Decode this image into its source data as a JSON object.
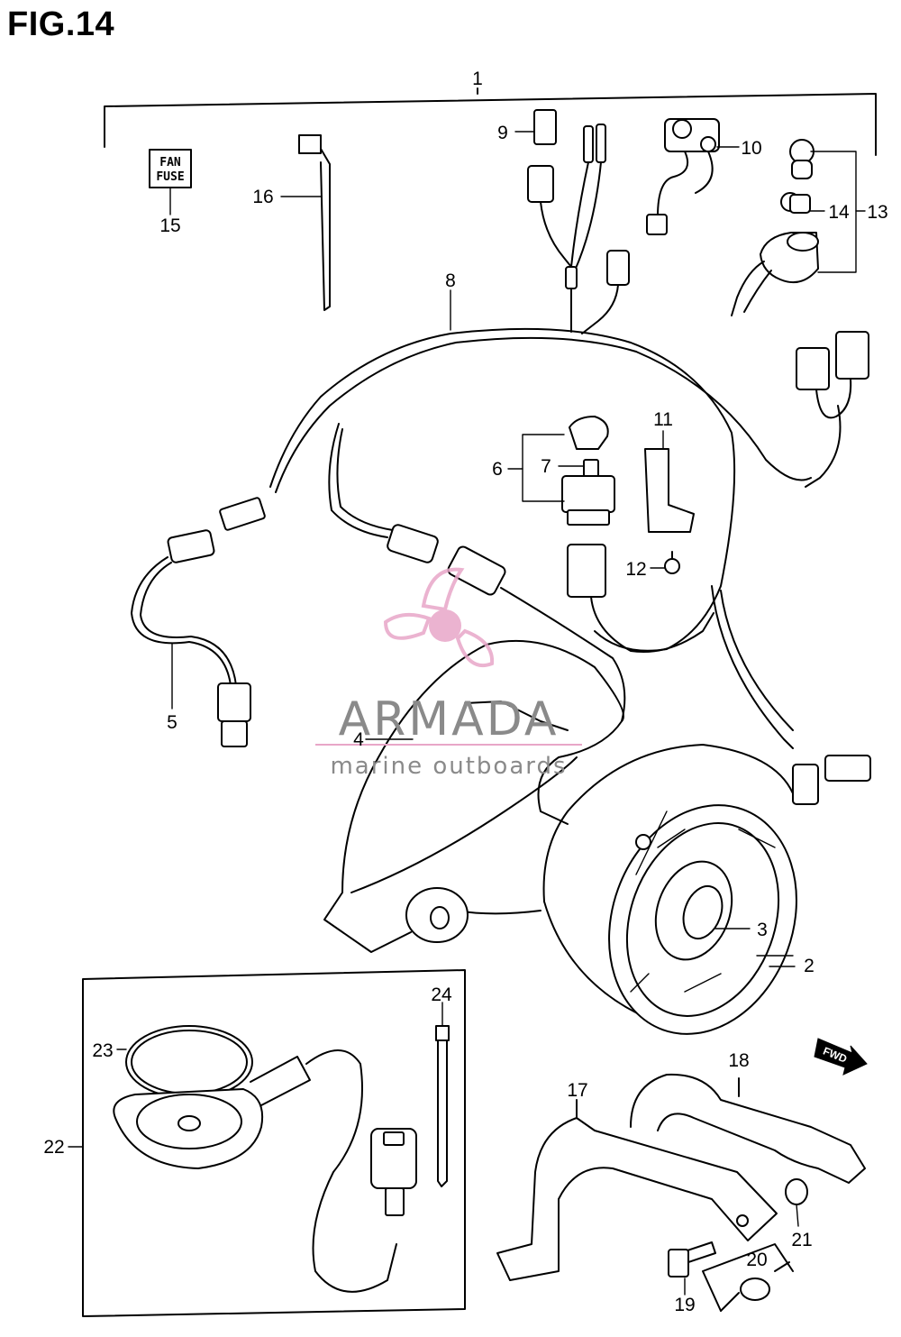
{
  "figure": {
    "title": "FIG.14"
  },
  "labels": {
    "fuse_line1": "FAN",
    "fuse_line2": "FUSE",
    "fwd": "FWD"
  },
  "watermark": {
    "brand": "ARMADA",
    "tagline": "marine outboards",
    "logo_color": "#e8a6c8",
    "text_color": "#8a8a8a"
  },
  "callouts": [
    "1",
    "2",
    "3",
    "4",
    "5",
    "6",
    "7",
    "8",
    "9",
    "10",
    "11",
    "12",
    "13",
    "14",
    "15",
    "16",
    "17",
    "18",
    "19",
    "20",
    "21",
    "22",
    "23",
    "24"
  ]
}
